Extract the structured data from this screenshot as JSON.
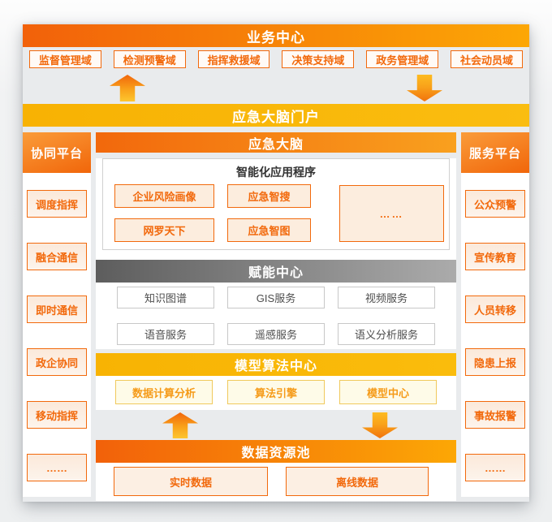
{
  "colors": {
    "orange": "#f2690c",
    "orange_bar_left": "#f2610a",
    "orange_bar_right": "#fca705",
    "amber_bar": "#f9b708",
    "gray_bar": "#7a7a7a"
  },
  "business_center": {
    "title": "业务中心",
    "domains": [
      "监督管理域",
      "检测预警域",
      "指挥救援域",
      "决策支持域",
      "政务管理域",
      "社会动员域"
    ]
  },
  "portal": {
    "title": "应急大脑门户"
  },
  "collaboration_platform": {
    "title": "协同平台",
    "items": [
      "调度指挥",
      "融合通信",
      "即时通信",
      "政企协同",
      "移动指挥",
      "……"
    ]
  },
  "service_platform": {
    "title": "服务平台",
    "items": [
      "公众预警",
      "宣传教育",
      "人员转移",
      "隐患上报",
      "事故报警",
      "……"
    ]
  },
  "emergency_brain": {
    "title": "应急大脑",
    "apps": {
      "title": "智能化应用程序",
      "items": [
        "企业风险画像",
        "应急智搜",
        "网罗天下",
        "应急智图"
      ],
      "more": "……"
    }
  },
  "empower_center": {
    "title": "赋能中心",
    "items": [
      "知识图谱",
      "GIS服务",
      "视频服务",
      "语音服务",
      "遥感服务",
      "语义分析服务"
    ]
  },
  "model_center": {
    "title": "模型算法中心",
    "items": [
      "数据计算分析",
      "算法引擎",
      "模型中心"
    ]
  },
  "data_pool": {
    "title": "数据资源池",
    "items": [
      "实时数据",
      "离线数据"
    ]
  }
}
